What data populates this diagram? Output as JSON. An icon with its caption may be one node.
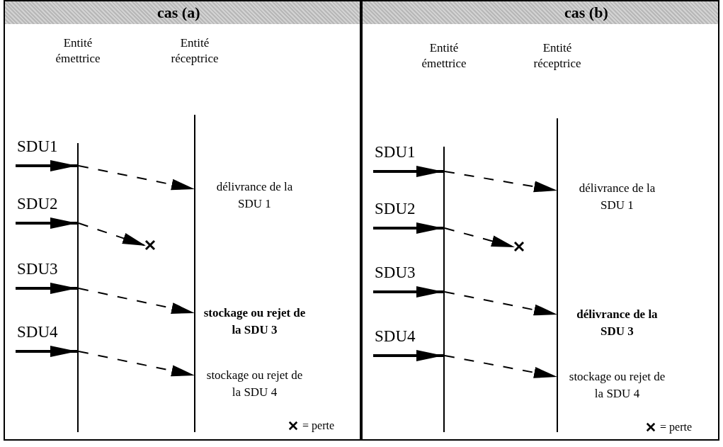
{
  "diagram": {
    "nodes": [
      {
        "text": [
          "cas (a)"
        ]
      },
      {
        "text": [],
        "shape": "bar",
        "in": 0
      },
      {
        "text": [],
        "shape": "bar",
        "in": 0
      },
      {
        "text": [],
        "shape": "cross",
        "in": 0
      },
      {
        "text": [
          "cas (b)"
        ]
      },
      {
        "text": [],
        "shape": "bar",
        "in": 4
      },
      {
        "text": [],
        "shape": "bar",
        "in": 4
      },
      {
        "text": [],
        "shape": "cross",
        "in": 4
      }
    ],
    "edges": [
      {
        "from": null,
        "to": 1,
        "arrow": "to",
        "label": "SDU1",
        "style": "thick"
      },
      {
        "from": 1,
        "to": 2,
        "arrow": "to",
        "style": "dashed"
      },
      {
        "from": null,
        "to": 1,
        "arrow": "to",
        "label": "SDU2",
        "style": "thick"
      },
      {
        "from": 1,
        "to": 3,
        "arrow": "to",
        "style": "dashed"
      },
      {
        "from": null,
        "to": 1,
        "arrow": "to",
        "label": "SDU3",
        "style": "thick"
      },
      {
        "from": 1,
        "to": 2,
        "arrow": "to",
        "style": "dashed"
      },
      {
        "from": null,
        "to": 1,
        "arrow": "to",
        "label": "SDU4",
        "style": "thick"
      },
      {
        "from": 1,
        "to": 2,
        "arrow": "to",
        "style": "dashed"
      },
      {
        "from": null,
        "to": 5,
        "arrow": "to",
        "label": "SDU1",
        "style": "thick"
      },
      {
        "from": 5,
        "to": 6,
        "arrow": "to",
        "style": "dashed"
      },
      {
        "from": null,
        "to": 5,
        "arrow": "to",
        "label": "SDU2",
        "style": "thick"
      },
      {
        "from": 5,
        "to": 7,
        "arrow": "to",
        "style": "dashed"
      },
      {
        "from": null,
        "to": 5,
        "arrow": "to",
        "label": "SDU3",
        "style": "thick"
      },
      {
        "from": 5,
        "to": 6,
        "arrow": "to",
        "style": "dashed"
      },
      {
        "from": null,
        "to": 5,
        "arrow": "to",
        "label": "SDU4",
        "style": "thick"
      },
      {
        "from": 5,
        "to": 6,
        "arrow": "to",
        "style": "dashed"
      }
    ],
    "labels": [
      "Entité émettrice",
      "Entité réceptrice",
      "délivrance de la SDU 1",
      "stockage ou rejet de la SDU 3",
      "stockage ou rejet de la SDU 4",
      "Entité émettrice",
      "Entité réceptrice",
      "délivrance de la SDU 1",
      "délivrance de la SDU 3",
      "stockage ou rejet de la SDU 4"
    ],
    "legend": [
      {
        "text": "= perte"
      },
      {
        "text": "= perte"
      }
    ]
  }
}
